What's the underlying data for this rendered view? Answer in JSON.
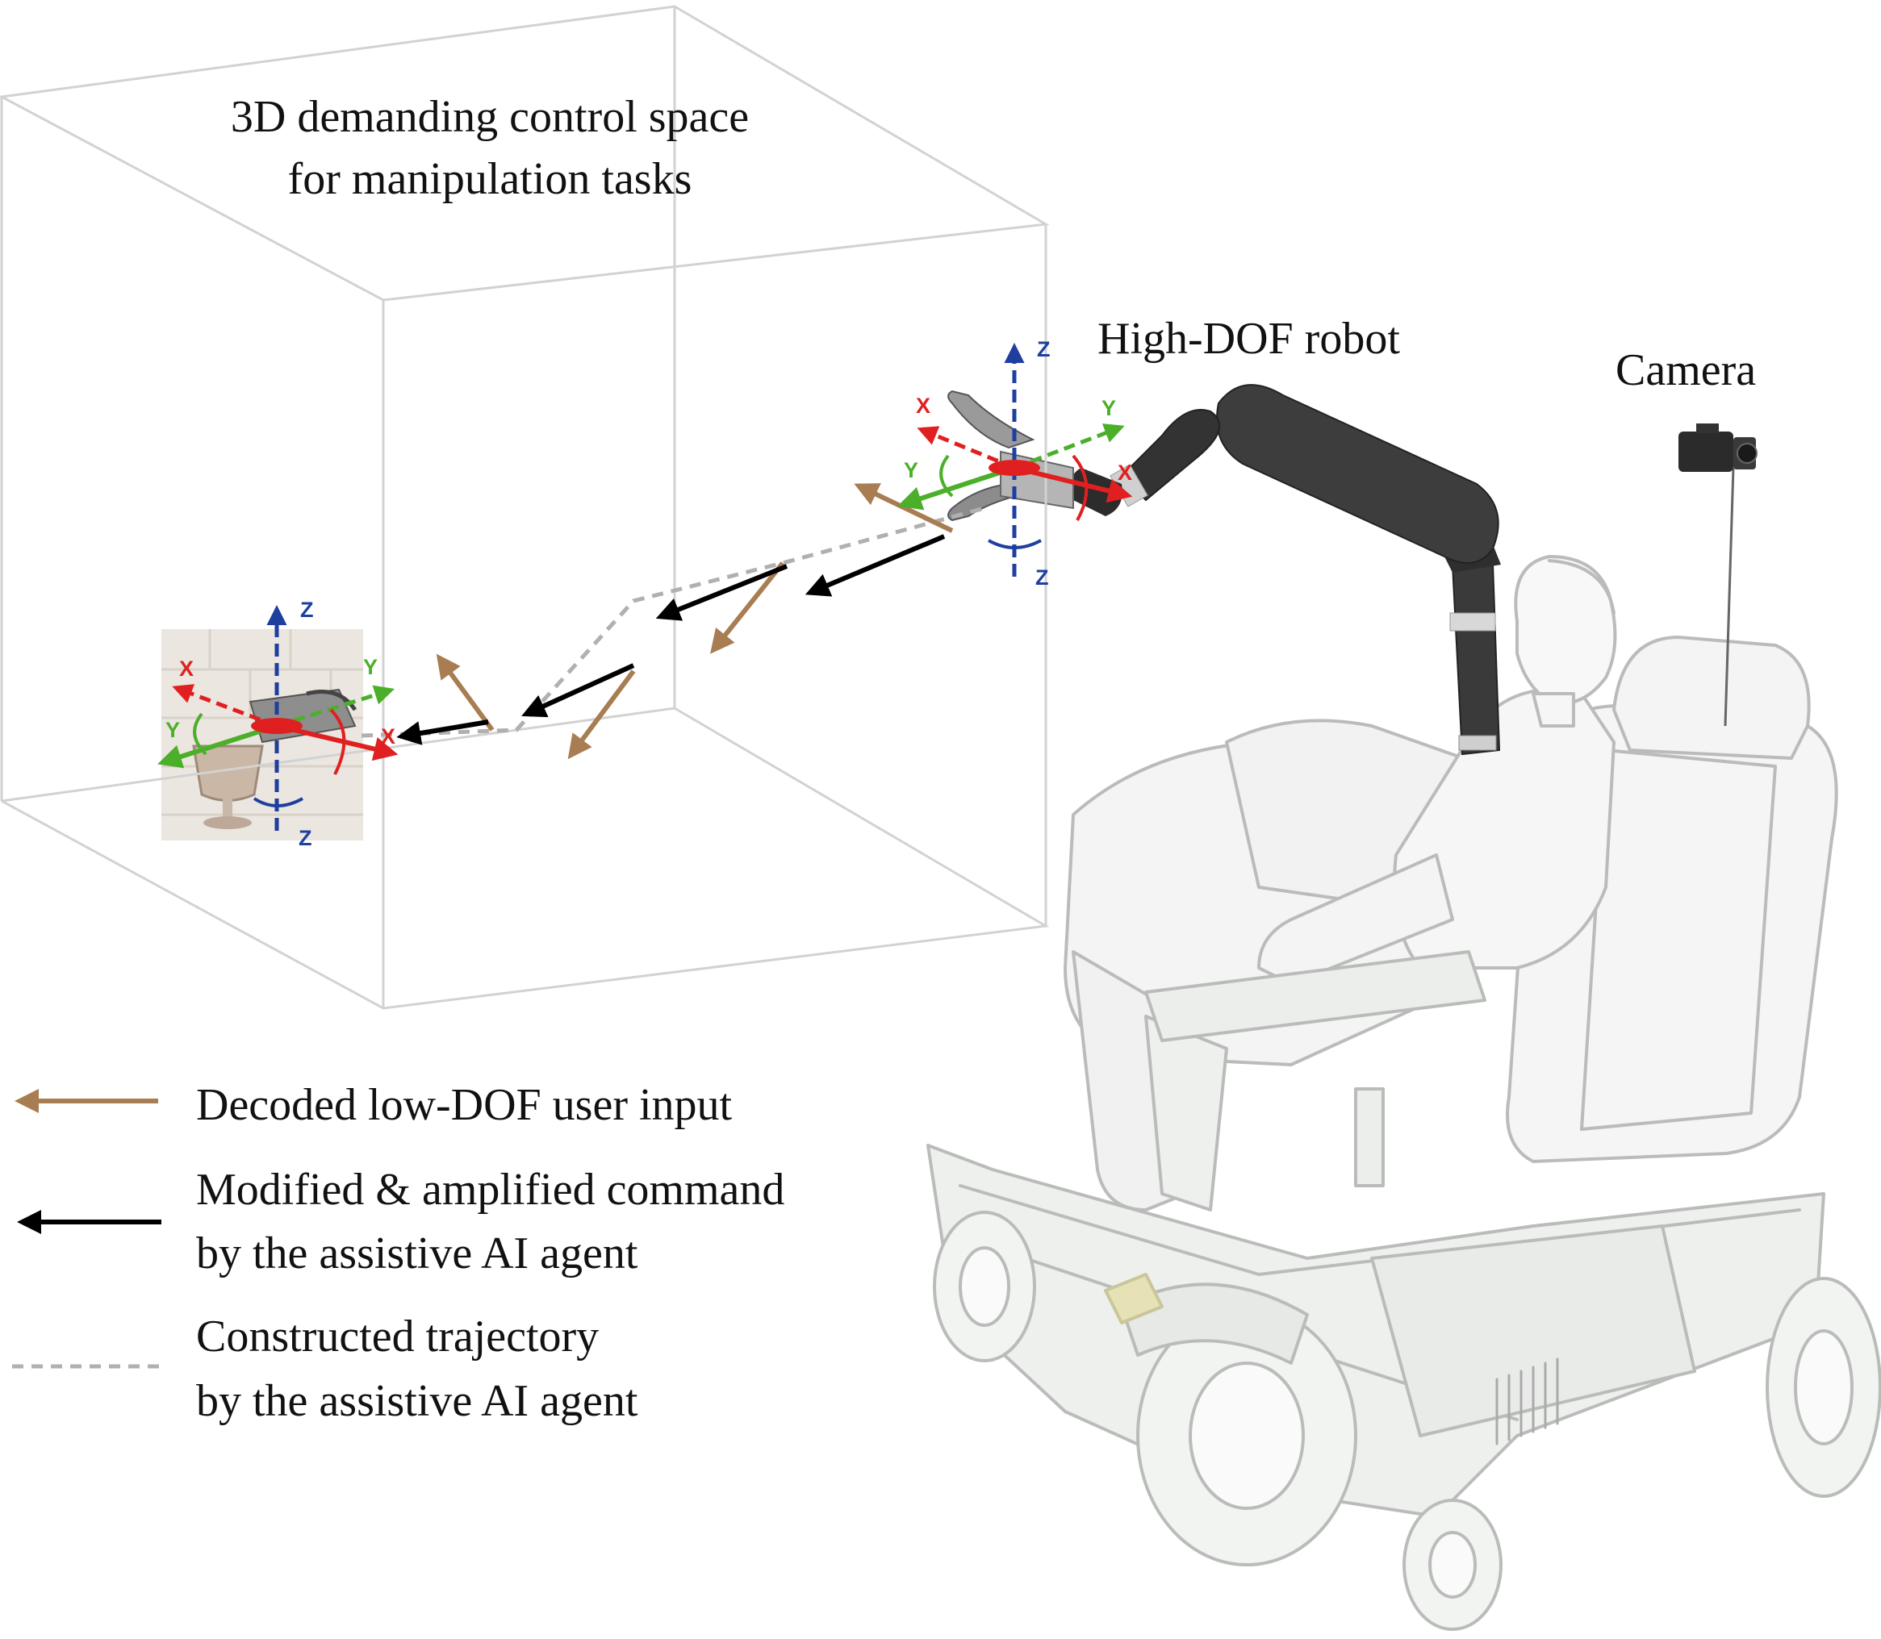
{
  "title": {
    "line1": "3D demanding control space",
    "line2": "for manipulation tasks"
  },
  "labels": {
    "robot": "High-DOF robot",
    "camera": "Camera"
  },
  "axes": {
    "x": "X",
    "y": "Y",
    "z": "Z"
  },
  "legend": [
    {
      "key": "decoded",
      "line1": "Decoded low-DOF user input",
      "line2": ""
    },
    {
      "key": "modified",
      "line1": "Modified & amplified command",
      "line2": "by the assistive AI agent"
    },
    {
      "key": "trajectory",
      "line1": "Constructed trajectory",
      "line2": "by the assistive  AI agent"
    }
  ],
  "colors": {
    "decoded_arrow": "#a87d52",
    "modified_arrow": "#000000",
    "trajectory": "#b0b0b0",
    "axis_x": "#e02020",
    "axis_y": "#4caf2a",
    "axis_z": "#1e3f9e",
    "box_edge": "#d2d2d2"
  }
}
